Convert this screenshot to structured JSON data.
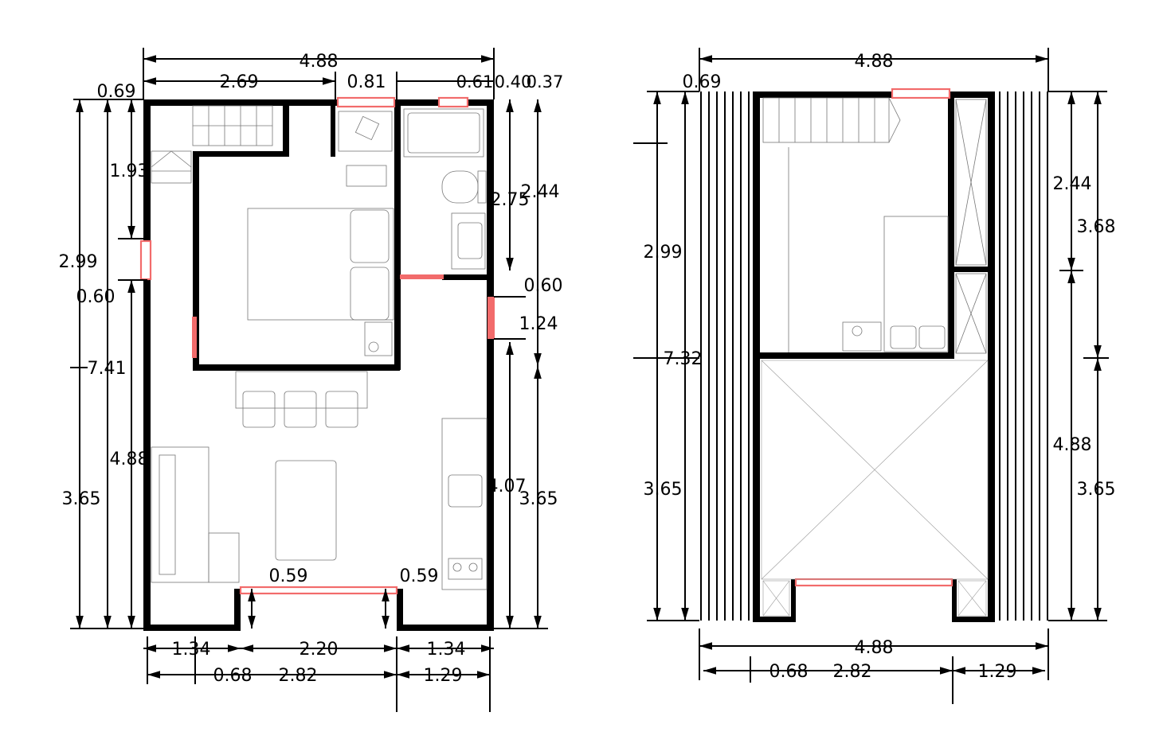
{
  "colors": {
    "wall": "#000000",
    "window": "#f26b6b",
    "furniture": "#777777"
  },
  "ground_floor": {
    "top_dims": {
      "total": "4.88",
      "segment_1": "2.69",
      "segment_2": "0.81",
      "segment_3": "0.61",
      "segment_4": "0.40",
      "segment_5": "0.37",
      "corner": "0.69"
    },
    "left_dims": {
      "outer": "7.41",
      "upper": "2.99",
      "lower": "3.65",
      "stair": "1.93",
      "window": "0.60",
      "inner": "4.88"
    },
    "right_dims": {
      "bath": "2.75",
      "upper": "2.44",
      "door_offset": "0.60",
      "door": "1.24",
      "kitchen": "4.07",
      "lower": "3.65"
    },
    "bottom_dims": {
      "left": "1.34",
      "center": "2.20",
      "right": "1.34",
      "b_left": "0.68",
      "b_center": "2.82",
      "b_right": "1.29",
      "recess_left": "0.59",
      "recess_right": "0.59"
    }
  },
  "upper_floor": {
    "top_dims": {
      "total": "4.88",
      "corner": "0.69"
    },
    "left_dims": {
      "upper": "2.99",
      "outer": "7.32",
      "lower": "3.65"
    },
    "right_dims": {
      "upper": "2.44",
      "mid": "3.68",
      "inner": "4.88",
      "lower": "3.65"
    },
    "bottom_dims": {
      "total": "4.88",
      "b_left": "0.68",
      "b_center": "2.82",
      "b_right": "1.29"
    }
  }
}
